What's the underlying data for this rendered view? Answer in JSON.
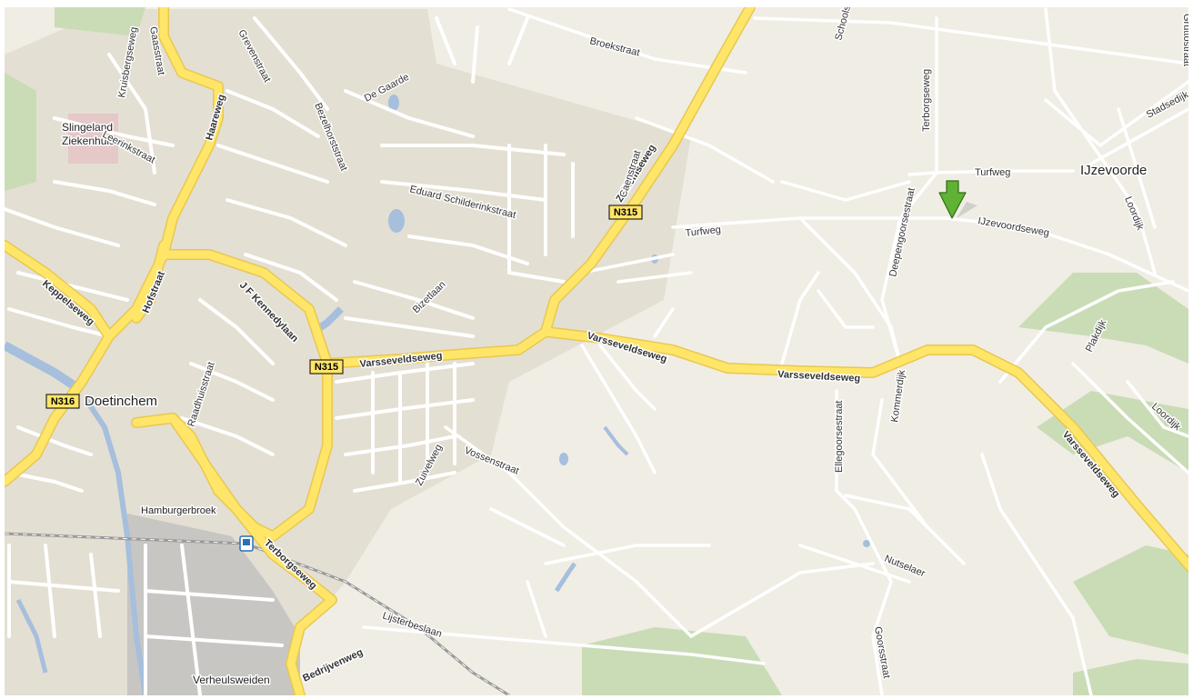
{
  "colors": {
    "background": "#f0ede5",
    "urban": "#e4dfd3",
    "industrial": "#c8c6c3",
    "park": "#c9dcb6",
    "water": "#a5bfdd",
    "minor_road": "#ffffff",
    "major_road": "#ffe568",
    "major_road_casing": "#e8c850",
    "shield_fill": "#ffe568",
    "marker": "#5fb233"
  },
  "places": {
    "doetinchem": "Doetinchem",
    "ijzevoorde": "IJzevoorde",
    "hamburgerbroek": "Hamburgerbroek",
    "verheulsweiden": "Verheulsweiden",
    "hospital_line1": "Slingeland",
    "hospital_line2": "Ziekenhuis"
  },
  "shields": {
    "n315_a": "N315",
    "n315_b": "N315",
    "n316": "N316"
  },
  "roads": {
    "broekstraat": "Broekstraat",
    "terborgseweg_north": "Terborgseweg",
    "turfweg_east": "Turfweg",
    "turfweg_west": "Turfweg",
    "ijzevoordseweg": "IJzevoordseweg",
    "deepengoorsestraat": "Deepengoorsestraat",
    "zelhemseweg": "Zelhemseweg",
    "varsseveldseweg_1": "Varsseveldseweg",
    "varsseveldseweg_2": "Varsseveldseweg",
    "varsseveldseweg_3": "Varsseveldseweg",
    "varsseveldseweg_4": "Varsseveldseweg",
    "eduard": "Eduard Schilderinkstraat",
    "de_gaarde": "De Gaarde",
    "bezelhorststraat": "Bezelhorststraat",
    "caenstraat": "Caenstraat",
    "haareweg": "Haareweg",
    "hofstraat": "Hofstraat",
    "keppelseweg": "Keppelseweg",
    "jf_kennedylaan": "J F Kennedylaan",
    "raadhuisstraat": "Raadhuisstraat",
    "bizetlaan": "Bizetlaan",
    "zuivelweg": "Zuivelweg",
    "vossenstraat": "Vossenstraat",
    "terborgseweg_south": "Terborgseweg",
    "lijsterbeslaan": "Lijsterbeslaan",
    "bedrijvenweg": "Bedrijvenweg",
    "leerinkstraat": "Leerinkstraat",
    "kruisbergseweg": "Kruisbergseweg",
    "ellegoorsestraat": "Ellegoorsestraat",
    "kommerdijk": "Kommerdijk",
    "nutselaer": "Nutselaer",
    "goorsstraat": "Goorsstraat",
    "plakdijk": "Plakdijk",
    "loordijk_1": "Loordijk",
    "loordijk_2": "Loordijk",
    "stadsedijk": "Stadsedijk",
    "gruttostraat": "Gruttostraat",
    "schoolstraat": "Schoolstraat",
    "gaasstraat": "Gaasstraat",
    "grevenstraat": "Grevenstraat"
  }
}
